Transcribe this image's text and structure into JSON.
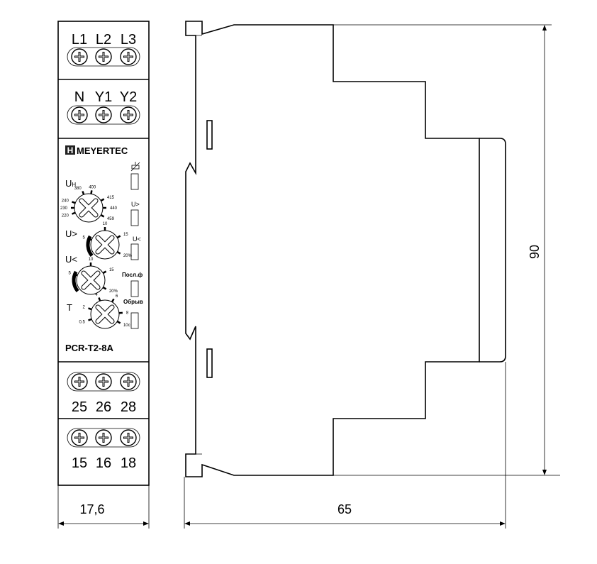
{
  "front": {
    "terminals_top1": [
      "L1",
      "L2",
      "L3"
    ],
    "terminals_top2": [
      "N",
      "Y1",
      "Y2"
    ],
    "terminals_bot1": [
      "25",
      "26",
      "28"
    ],
    "terminals_bot2": [
      "15",
      "16",
      "18"
    ],
    "brand": "MEYERTEC",
    "brand_logo": "H",
    "model": "PCR-T2-8A",
    "knobs": {
      "un": {
        "label": "Uн",
        "label_main": "U",
        "label_sub": "H",
        "ticks": [
          "220",
          "230",
          "240",
          "380",
          "400",
          "415",
          "440",
          "459"
        ]
      },
      "uover": {
        "label": "U>",
        "ticks": [
          "5",
          "10",
          "15",
          "20%"
        ]
      },
      "uunder": {
        "label": "U<",
        "ticks": [
          "5",
          "10",
          "15",
          "20%"
        ]
      },
      "t": {
        "label": "T",
        "ticks": [
          "0.5",
          "2",
          "4",
          "6",
          "8",
          "10c"
        ]
      }
    },
    "leds": [
      "U>",
      "U<",
      "Посл.ф",
      "Обрыв"
    ]
  },
  "dimensions": {
    "width_front": "17,6",
    "depth": "65",
    "height": "90"
  }
}
